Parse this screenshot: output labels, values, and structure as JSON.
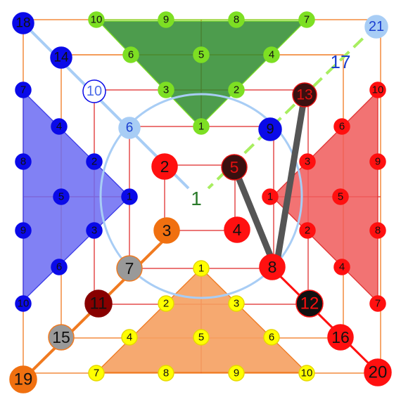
{
  "colors": {
    "green": "#7ddf23",
    "green_fill": "#2e8b2e",
    "blue": "#0a0ae8",
    "blue_fill": "#6b6bf2",
    "red": "#ff1010",
    "red_fill": "#f05a5a",
    "yellow": "#ffff00",
    "orange_fill": "#f5a060",
    "orange_line": "#f07a20",
    "light_blue": "#a8cdf5",
    "red_line": "#e03030",
    "dark_gray": "#555555"
  },
  "center_label": "1",
  "nodes": [
    {
      "label": "18",
      "color": "blue"
    },
    {
      "label": "10",
      "color": "green"
    },
    {
      "label": "9",
      "color": "green"
    },
    {
      "label": "8",
      "color": "green"
    },
    {
      "label": "7",
      "color": "green"
    },
    {
      "label": "21",
      "color": "lightblue"
    },
    {
      "label": "14",
      "color": "blue"
    },
    {
      "label": "6",
      "color": "green"
    },
    {
      "label": "5",
      "color": "green"
    },
    {
      "label": "4",
      "color": "green"
    },
    {
      "label": "17",
      "color": "lightblue"
    },
    {
      "label": "7",
      "color": "blue"
    },
    {
      "label": "10",
      "color": "white"
    },
    {
      "label": "3",
      "color": "green"
    },
    {
      "label": "2",
      "color": "green"
    },
    {
      "label": "13",
      "color": "darkred"
    },
    {
      "label": "10",
      "color": "red"
    },
    {
      "label": "4",
      "color": "blue"
    },
    {
      "label": "6",
      "color": "lightblue"
    },
    {
      "label": "1",
      "color": "green"
    },
    {
      "label": "9",
      "color": "blue"
    },
    {
      "label": "6",
      "color": "red"
    },
    {
      "label": "8",
      "color": "blue"
    },
    {
      "label": "2",
      "color": "blue"
    },
    {
      "label": "2",
      "color": "red"
    },
    {
      "label": "5",
      "color": "darkred"
    },
    {
      "label": "3",
      "color": "red"
    },
    {
      "label": "9",
      "color": "red"
    },
    {
      "label": "5",
      "color": "blue"
    },
    {
      "label": "1",
      "color": "blue"
    },
    {
      "label": "1",
      "color": "red"
    },
    {
      "label": "5",
      "color": "red"
    },
    {
      "label": "9",
      "color": "blue"
    },
    {
      "label": "3",
      "color": "blue"
    },
    {
      "label": "3",
      "color": "orange"
    },
    {
      "label": "4",
      "color": "red"
    },
    {
      "label": "2",
      "color": "red"
    },
    {
      "label": "8",
      "color": "red"
    },
    {
      "label": "6",
      "color": "blue"
    },
    {
      "label": "7",
      "color": "gray"
    },
    {
      "label": "1",
      "color": "yellow"
    },
    {
      "label": "8",
      "color": "red"
    },
    {
      "label": "4",
      "color": "red"
    },
    {
      "label": "10",
      "color": "blue"
    },
    {
      "label": "11",
      "color": "maroon"
    },
    {
      "label": "2",
      "color": "yellow"
    },
    {
      "label": "3",
      "color": "yellow"
    },
    {
      "label": "12",
      "color": "black"
    },
    {
      "label": "7",
      "color": "red"
    },
    {
      "label": "15",
      "color": "gray"
    },
    {
      "label": "4",
      "color": "yellow"
    },
    {
      "label": "5",
      "color": "yellow"
    },
    {
      "label": "6",
      "color": "yellow"
    },
    {
      "label": "16",
      "color": "red"
    },
    {
      "label": "19",
      "color": "orange"
    },
    {
      "label": "7",
      "color": "yellow"
    },
    {
      "label": "8",
      "color": "yellow"
    },
    {
      "label": "9",
      "color": "yellow"
    },
    {
      "label": "10",
      "color": "yellow"
    },
    {
      "label": "20",
      "color": "red"
    }
  ]
}
